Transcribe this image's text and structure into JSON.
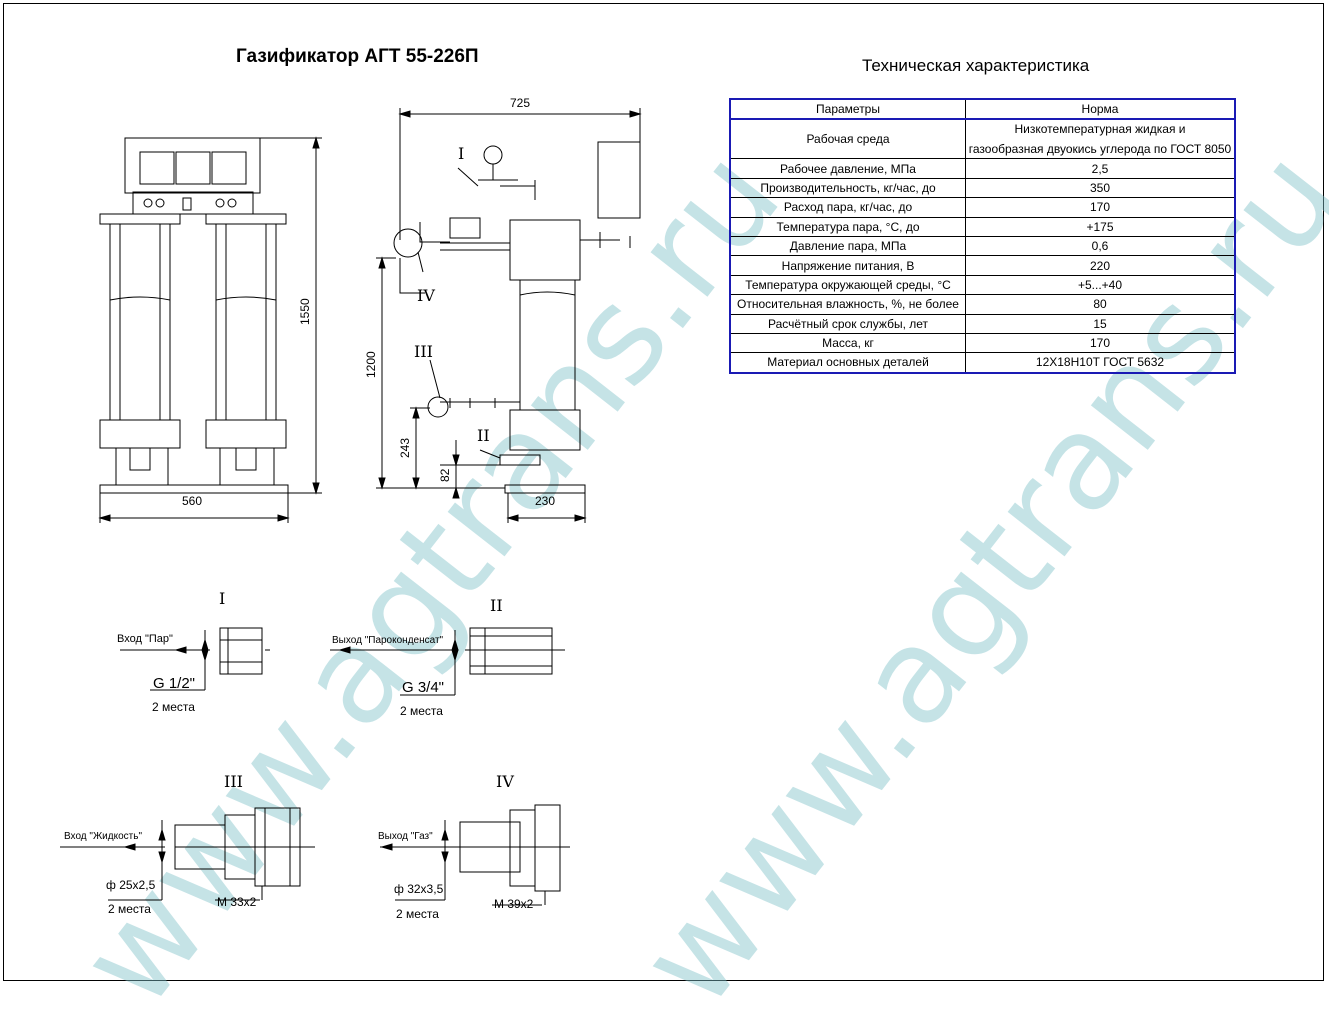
{
  "title": "Газификатор АГТ 55-226П",
  "spec": {
    "title": "Техническая характеристика",
    "header": [
      "Параметры",
      "Норма"
    ],
    "rows": [
      {
        "param": "Рабочая среда",
        "value_line1": "Низкотемпературная жидкая и",
        "value_line2": "газообразная двуокись углерода по ГОСТ 8050"
      },
      {
        "param": "Рабочее давление, МПа",
        "value": "2,5"
      },
      {
        "param": "Производительность, кг/час, до",
        "value": "350"
      },
      {
        "param": "Расход пара, кг/час, до",
        "value": "170"
      },
      {
        "param": "Температура пара, °С, до",
        "value": "+175"
      },
      {
        "param": "Давление пара, МПа",
        "value": "0,6"
      },
      {
        "param": "Напряжение питания, В",
        "value": "220"
      },
      {
        "param": "Температура окружающей среды, °С",
        "value": "+5...+40"
      },
      {
        "param": "Относительная влажность, %, не более",
        "value": "80"
      },
      {
        "param": "Расчётный срок службы, лет",
        "value": "15"
      },
      {
        "param": "Масса, кг",
        "value": "170"
      },
      {
        "param": "Материал основных деталей",
        "value": "12Х18Н10Т ГОСТ 5632"
      }
    ]
  },
  "dimensions": {
    "width_front": "560",
    "height_total": "1550",
    "width_side": "725",
    "height_1200": "1200",
    "height_243": "243",
    "height_82": "82",
    "width_230": "230"
  },
  "callouts": {
    "I": "I",
    "II": "II",
    "III": "III",
    "IV": "IV"
  },
  "details": {
    "d1": {
      "numeral": "I",
      "flow": "Вход \"Пар\"",
      "thread": "G 1/2\"",
      "qty": "2 места"
    },
    "d2": {
      "numeral": "II",
      "flow": "Выход \"Пароконденсат\"",
      "thread": "G 3/4\"",
      "qty": "2 места"
    },
    "d3": {
      "numeral": "III",
      "flow": "Вход \"Жидкость\"",
      "pipe": "ф 25х2,5",
      "qty": "2 места",
      "thread": "M 33х2"
    },
    "d4": {
      "numeral": "IV",
      "flow": "Выход \"Газ\"",
      "pipe": "ф 32х3,5",
      "qty": "2 места",
      "thread": "M 39х2"
    }
  },
  "watermark": "www.agtrans.ru",
  "colors": {
    "table_border": "#1a1ab4",
    "watermark": "#7fc2c9"
  }
}
